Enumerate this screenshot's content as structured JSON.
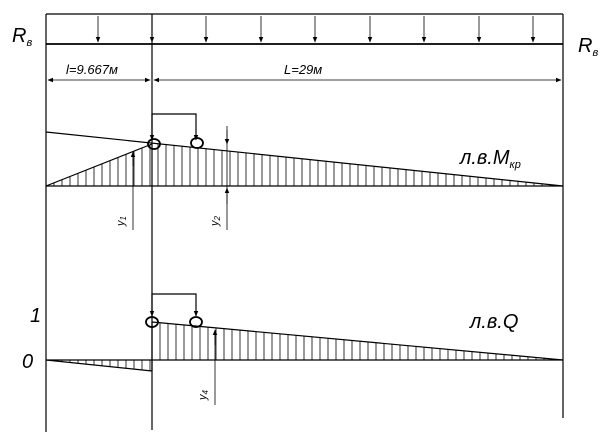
{
  "labels": {
    "support_left": "R",
    "support_left_sub": "в",
    "support_right": "R",
    "support_right_sub": "в",
    "span_short": "l=9.667м",
    "span_long": "L=29м",
    "moment_line": "л.в.М",
    "moment_line_sub": "кр",
    "shear_line": "л.в.Q",
    "y1": "y",
    "y1_sub": "1",
    "y2": "y",
    "y2_sub": "2",
    "y4": "y",
    "y4_sub": "4",
    "tick_one": "1",
    "tick_zero": "0"
  },
  "geometry_data": {
    "span_short_m": 9.667,
    "span_long_m": 29
  }
}
